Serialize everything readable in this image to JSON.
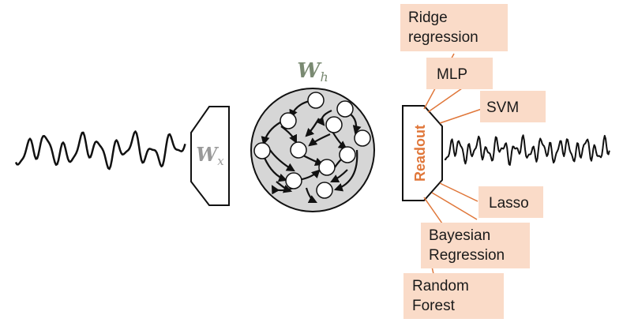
{
  "reservoir": {
    "input_weight": {
      "symbol": "W",
      "subscript": "x"
    },
    "hidden_weight": {
      "symbol": "W",
      "subscript": "h"
    }
  },
  "readout": {
    "label": "Readout"
  },
  "readout_models": [
    {
      "id": "ridge",
      "line1": "Ridge",
      "line2": "regression"
    },
    {
      "id": "mlp",
      "line1": "MLP",
      "line2": ""
    },
    {
      "id": "svm",
      "line1": "SVM",
      "line2": ""
    },
    {
      "id": "lasso",
      "line1": "Lasso",
      "line2": ""
    },
    {
      "id": "bayes",
      "line1": "Bayesian",
      "line2": "Regression"
    },
    {
      "id": "rf",
      "line1": "Random",
      "line2": "Forest"
    }
  ],
  "colors": {
    "accent": "#E0773A",
    "box_fill": "#FADBC8",
    "weight_hidden": "#7A8A72",
    "weight_input": "#9A9A9A",
    "reservoir_fill": "#D6D6D6",
    "stroke": "#111111"
  }
}
